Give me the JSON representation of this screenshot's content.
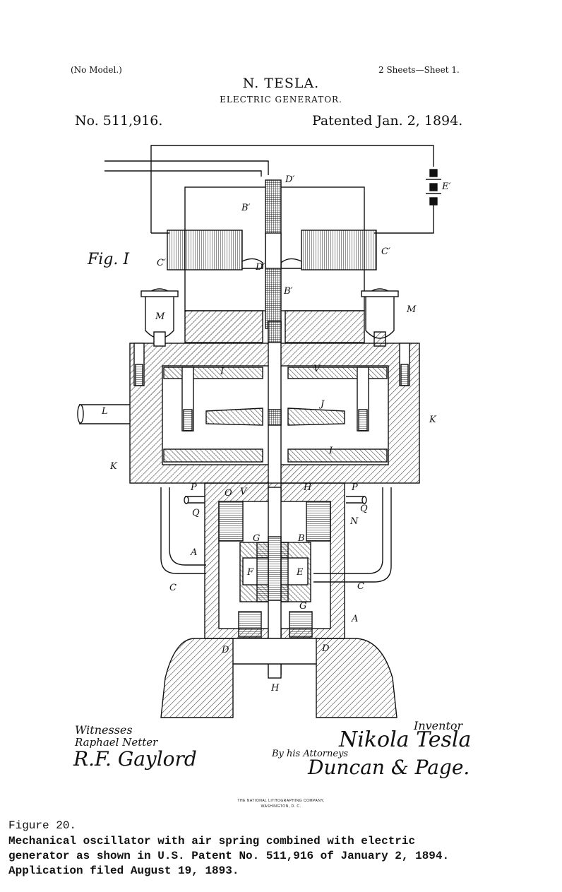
{
  "header": {
    "no_model": "(No Model.)",
    "sheets": "2 Sheets—Sheet 1.",
    "inventor_name": "N. TESLA.",
    "title": "ELECTRIC GENERATOR.",
    "patent_no": "No. 511,916.",
    "patented": "Patented Jan. 2, 1894."
  },
  "figure_label": "Fig. I",
  "labels": {
    "D_prime_top": "D′",
    "E_prime": "E′",
    "B_prime_upper": "B′",
    "B_prime_lower": "B′",
    "C_prime_left": "C′",
    "C_prime_right": "C′",
    "D_prime_mid": "D′",
    "M_left": "M",
    "M_right": "M",
    "I_upper": "I",
    "V_upper": "V",
    "J": "J",
    "L": "L",
    "K_right": "K",
    "K_left": "K",
    "I_lower": "I",
    "P_left": "P",
    "O": "O",
    "V_lower": "V",
    "H_upper": "H",
    "P_right": "P",
    "Q_left": "Q",
    "Q_right": "Q",
    "N": "N",
    "G_upper": "G",
    "B": "B",
    "A_upper": "A",
    "F": "F",
    "E": "E",
    "C_left": "C",
    "C_right": "C",
    "G_lower": "G",
    "A_lower": "A",
    "D_left": "D",
    "D_right": "D",
    "H_lower": "H"
  },
  "signatures": {
    "witnesses_label": "Witnesses",
    "witness_1": "Raphael Netter",
    "witness_2": "R.F. Gaylord",
    "inventor_label": "Inventor",
    "inventor_signature": "Nikola Tesla",
    "attorneys_label": "By his Attorneys",
    "attorneys_signature": "Duncan & Page."
  },
  "printer": {
    "line1": "THE NATIONAL LITHOGRAPHING COMPANY,",
    "line2": "WASHINGTON, D. C."
  },
  "caption": {
    "figure_number": "Figure 20.",
    "text": "Mechanical oscillator with air spring combined with electric\ngenerator as shown in U.S. Patent No. 511,916 of January 2, 1894.\nApplication filed August 19, 1893."
  }
}
